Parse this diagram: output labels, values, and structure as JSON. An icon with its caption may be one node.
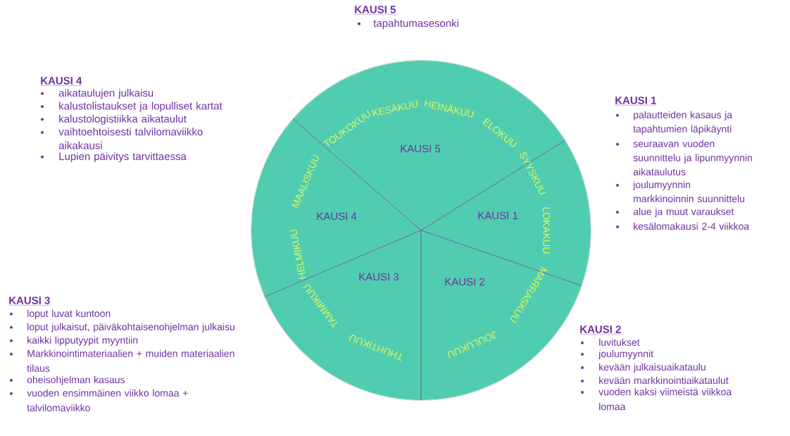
{
  "diagram": {
    "nodes": [
      {
        "text": [
          "KAUSI 5"
        ]
      },
      {
        "text": [
          "KAUSI 4"
        ]
      },
      {
        "text": [
          "KAUSI 1"
        ]
      },
      {
        "text": [
          "KAUSI 3"
        ]
      },
      {
        "text": [
          "KAUSI 2"
        ]
      }
    ],
    "labels": [
      "KAUSI 5",
      "tapahtumasesonki",
      "KAUSI 4",
      "aikataulujen julkaisu",
      "kalustolistaukset ja lopulliset kartat",
      "kalustologistiikka aikataulut",
      "vaihtoehtoisesti talvilomaviikko aikakausi",
      "Lupien päivitys tarvittaessa",
      "KAUSI 1",
      "palautteiden kasaus ja tapahtumien läpikäynti",
      "seuraavan vuoden suunnittelu ja lipunmyynnin aikataulutus",
      "joulumyynnin markkinoinnin suunnittelu",
      "alue ja muut varaukset",
      "kesälomakausi 2-4 viikkoa",
      "HELMIKUU",
      "MAALISKUU",
      "TOUKOKUU",
      "KESÄKUU",
      "HEINÄKUU",
      "ELOKUU",
      "SYYSKUU",
      "LOKAKUU",
      "MARRASKUU",
      "JOULUKUU",
      "THUHTIKUU",
      "TAMMIKUU",
      "KAUSI 3",
      "loput luvat kuntoon",
      "loput julkaisut, päiväkohtaisenohjelman julkaisu",
      "kaikki lipputyypit myyntiin",
      "Markkinointimateriaalien + muiden materiaalien tilaus",
      "oheisohjelman kasaus",
      "vuoden ensimmäinen viikko lomaa + talvilomaviikko",
      "KAUSI 2",
      "luvitukset",
      "joulumyynnit",
      "kevään julkaisuaikataulu",
      "kevään markkinointiaikataulut",
      "vuoden kaksi viimeistä viikkoa lomaa"
    ]
  }
}
